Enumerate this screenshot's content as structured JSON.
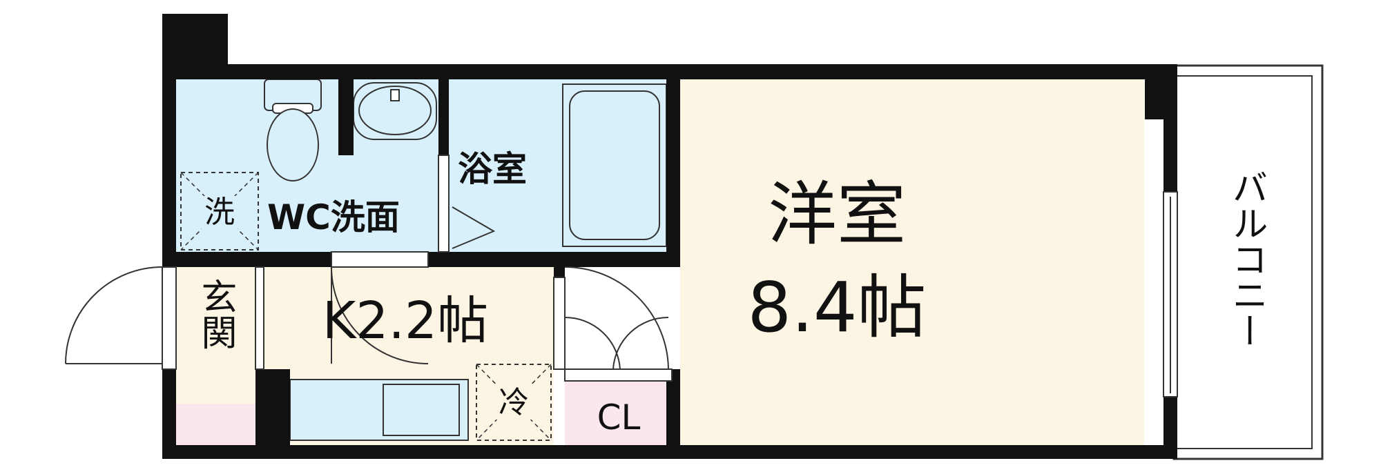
{
  "floor_plan": {
    "rooms": {
      "western_room": {
        "name": "洋室",
        "size": "8.4帖"
      },
      "kitchen": {
        "label": "K2.2帖"
      },
      "bathroom": {
        "label": "浴室"
      },
      "wc_washroom": {
        "label": "WC洗面"
      },
      "entrance": {
        "label": "玄関"
      },
      "closet": {
        "label": "CL"
      },
      "balcony": {
        "label": "バルコニー"
      }
    },
    "appliance_spaces": {
      "washing_machine": "洗",
      "refrigerator": "冷"
    },
    "colors": {
      "western_room_floor": "#FDF5E3",
      "kitchen_floor": "#FDF5E3",
      "wet_area_floor": "#D8F0FB",
      "fixtures": "#D8F0FB",
      "storage_floor": "#FCE6EE",
      "wall": "#111111",
      "balcony": "#FFFFFF"
    }
  }
}
